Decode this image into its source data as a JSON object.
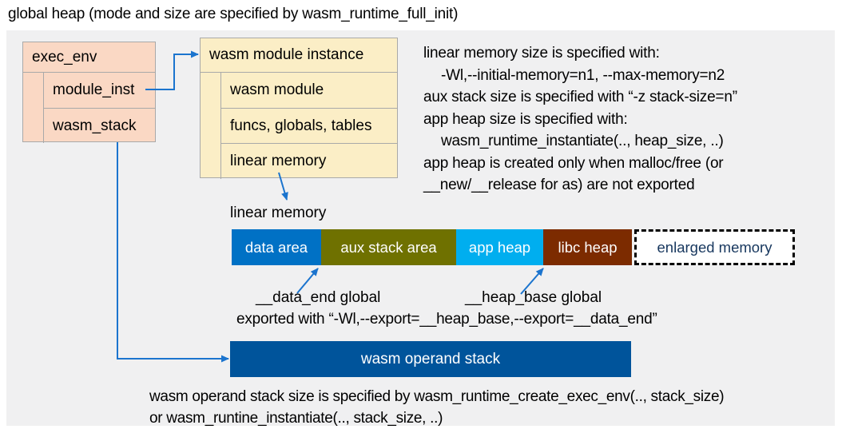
{
  "title": "global heap (mode and size are specified by wasm_runtime_full_init)",
  "exec_env": {
    "header": "exec_env",
    "rows": [
      "module_inst",
      "wasm_stack"
    ]
  },
  "module_instance": {
    "header": "wasm module instance",
    "rows": [
      "wasm module",
      "funcs, globals, tables",
      "linear memory"
    ]
  },
  "notes": {
    "lines": [
      "linear memory size is specified with:",
      "-Wl,--initial-memory=n1, --max-memory=n2",
      "aux stack size is specified with “-z stack-size=n”",
      "app heap size is specified with:",
      "wasm_runtime_instantiate(.., heap_size, ..)",
      "app heap is created only when malloc/free (or",
      "__new/__release for as) are not exported"
    ]
  },
  "linear_memory": {
    "label": "linear memory",
    "segments": [
      {
        "label": "data area",
        "color": "#0071C5"
      },
      {
        "label": "aux stack area",
        "color": "#6F7100"
      },
      {
        "label": "app heap",
        "color": "#00AEEF"
      },
      {
        "label": "libc heap",
        "color": "#7C2B00"
      },
      {
        "label": "enlarged memory",
        "color": "#FFFFFF",
        "border": "dashed",
        "text_color": "#17375E"
      }
    ]
  },
  "annotations": {
    "data_end": "__data_end global",
    "heap_base": "__heap_base global",
    "exported": "exported with “-Wl,--export=__heap_base,--export=__data_end”"
  },
  "operand_stack": {
    "label": "wasm operand stack",
    "color": "#00549B"
  },
  "footer": {
    "lines": [
      "wasm operand stack size is specified by wasm_runtime_create_exec_env(.., stack_size)",
      "or wasm_runtine_instantiate(.., stack_size, ..)"
    ]
  },
  "colors": {
    "panel_bg": "#F0F0F1",
    "exec_env_fill": "#FAD8C4",
    "instance_fill": "#FBEEC6",
    "box_border": "#A9A9A9",
    "arrow": "#1B74CE",
    "operand_stack": "#00549B"
  }
}
